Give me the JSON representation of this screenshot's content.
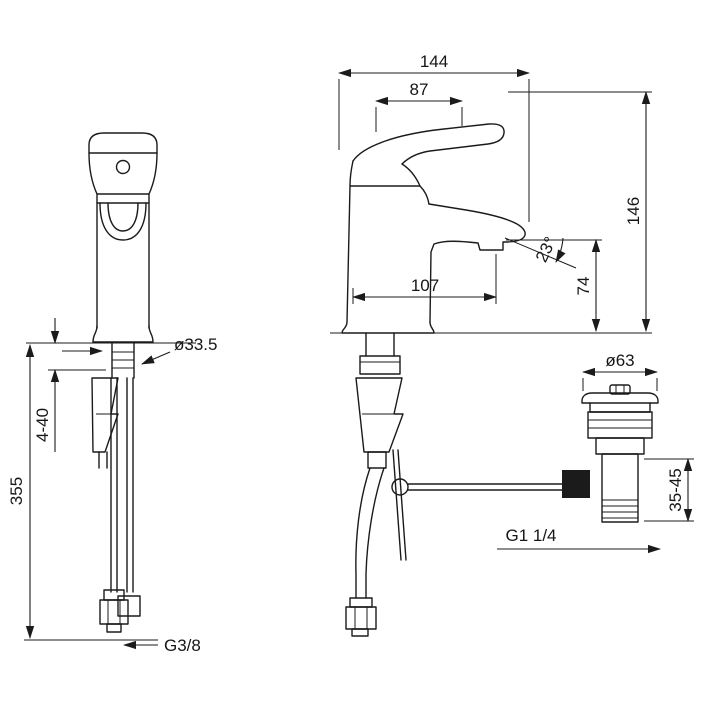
{
  "drawing": {
    "title": "basin-mixer-technical-drawing",
    "labels": {
      "total_depth": "144",
      "lever_length": "87",
      "total_height": "146",
      "spout_height": "74",
      "spout_angle": "23°",
      "spout_reach": "107",
      "base_diameter": "ø33.5",
      "deck_thickness": "4-40",
      "hose_length": "355",
      "inlet_thread": "G3/8",
      "waste_diameter": "ø63",
      "waste_adjust": "35-45",
      "waste_thread": "G1 1/4"
    }
  }
}
